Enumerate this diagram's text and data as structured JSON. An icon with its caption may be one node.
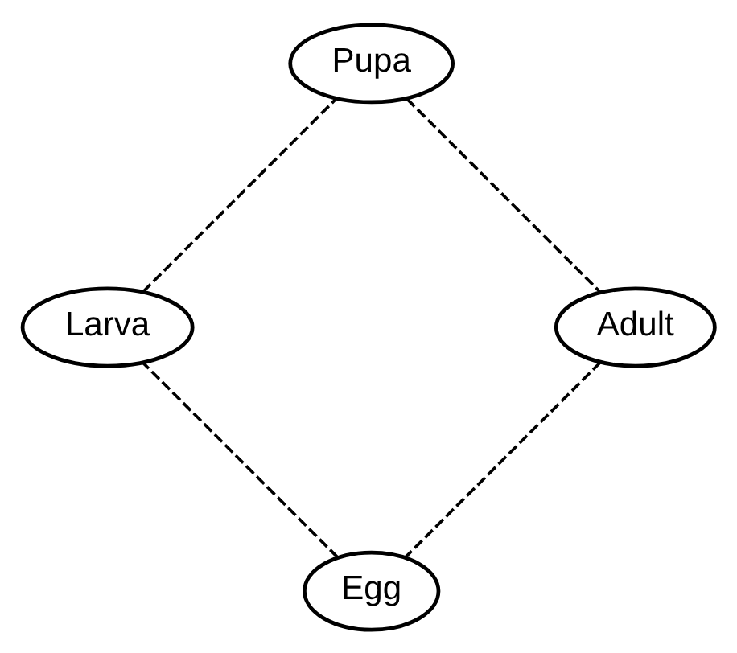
{
  "diagram": {
    "nodes": [
      {
        "text": [
          "Egg"
        ]
      },
      {
        "text": [
          "Adult"
        ]
      },
      {
        "text": [
          "Larva"
        ]
      },
      {
        "text": [
          "Pupa"
        ]
      }
    ],
    "edges": [
      {
        "from": 0,
        "to": 2,
        "arrow": "none",
        "style": "dashed"
      },
      {
        "from": 2,
        "to": 3,
        "arrow": "none",
        "style": "dashed"
      },
      {
        "from": 3,
        "to": 1,
        "arrow": "none",
        "style": "dashed"
      },
      {
        "from": 1,
        "to": 0,
        "arrow": "none",
        "style": "dashed"
      }
    ]
  }
}
